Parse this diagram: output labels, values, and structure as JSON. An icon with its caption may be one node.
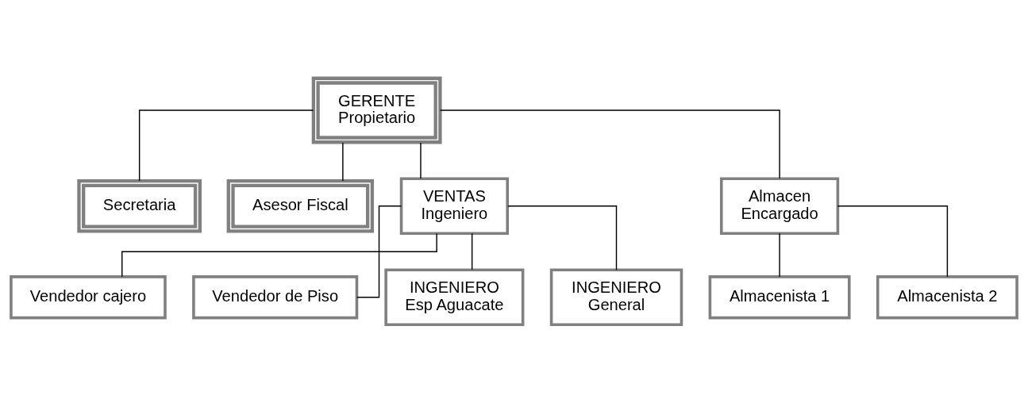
{
  "diagram": {
    "nodes": [
      {
        "text": [
          "GERENTE",
          "Propietario"
        ]
      },
      {
        "text": [
          "Secretaria"
        ]
      },
      {
        "text": [
          "Asesor Fiscal"
        ]
      },
      {
        "text": [
          "VENTAS",
          "Ingeniero"
        ]
      },
      {
        "text": [
          "Almacen",
          "Encargado"
        ]
      },
      {
        "text": [
          "Vendedor cajero"
        ]
      },
      {
        "text": [
          "Vendedor de Piso"
        ]
      },
      {
        "text": [
          "INGENIERO",
          "Esp Aguacate"
        ]
      },
      {
        "text": [
          "INGENIERO",
          "General"
        ]
      },
      {
        "text": [
          "Almacenista 1"
        ]
      },
      {
        "text": [
          "Almacenista 2"
        ]
      }
    ],
    "edges": [
      {
        "from": 0,
        "to": 1,
        "arrow": "none"
      },
      {
        "from": 0,
        "to": 2,
        "arrow": "none"
      },
      {
        "from": 0,
        "to": 3,
        "arrow": "none"
      },
      {
        "from": 0,
        "to": 4,
        "arrow": "none"
      },
      {
        "from": 3,
        "to": 5,
        "arrow": "none"
      },
      {
        "from": 3,
        "to": 6,
        "arrow": "none"
      },
      {
        "from": 3,
        "to": 7,
        "arrow": "none"
      },
      {
        "from": 3,
        "to": 8,
        "arrow": "none"
      },
      {
        "from": 4,
        "to": 9,
        "arrow": "none"
      },
      {
        "from": 4,
        "to": 10,
        "arrow": "none"
      }
    ]
  }
}
